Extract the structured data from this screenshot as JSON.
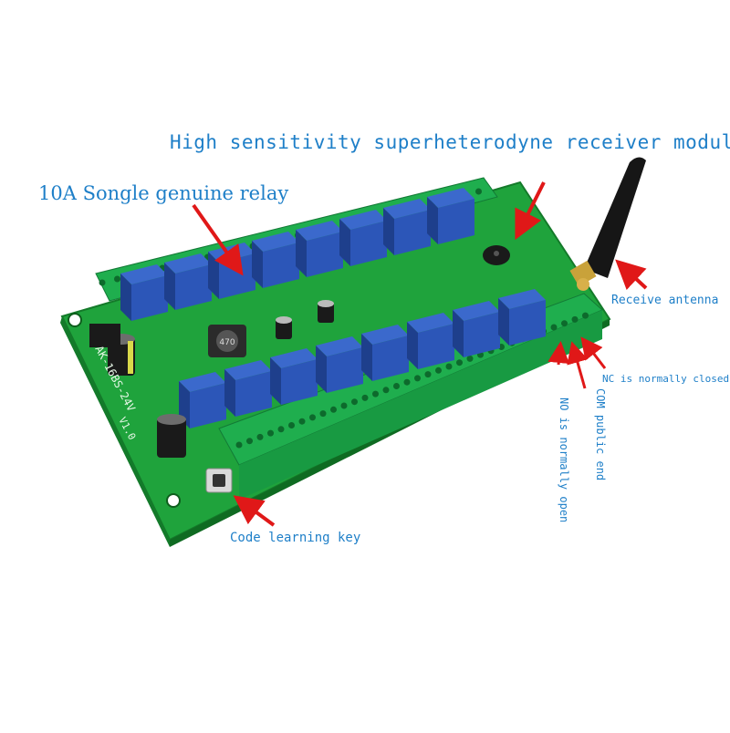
{
  "annotations": {
    "receiver_module": "High sensitivity superheterodyne receiver module",
    "relay": "10A Songle genuine relay",
    "antenna": "Receive antenna",
    "nc": "NC is normally closed",
    "com": "COM public end",
    "no": "NO is normally open",
    "learning_key": "Code learning key"
  },
  "board": {
    "silkscreen": "AK-16BS-24V",
    "version": "V1.0",
    "inductor_code": "470"
  },
  "colors": {
    "label_blue": "#1e7fc8",
    "arrow_red": "#e01818",
    "pcb_green": "#1fa33c",
    "terminal_green": "#1fae4e",
    "relay_blue": "#2c56b8"
  },
  "relay_count": 16
}
